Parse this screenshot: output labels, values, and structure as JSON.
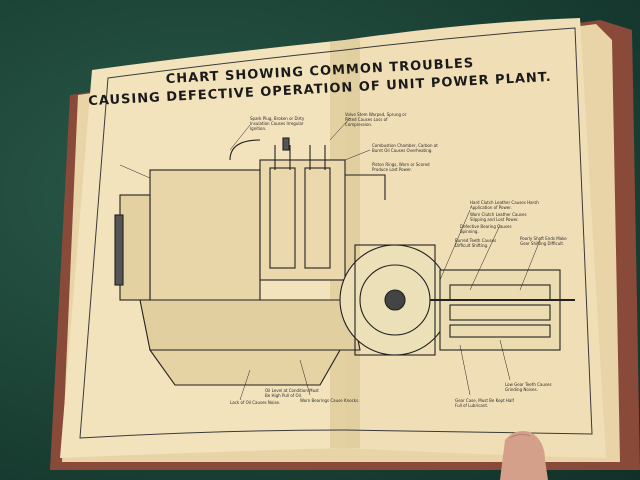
{
  "page": {
    "title_line1": "CHART SHOWING COMMON TROUBLES",
    "title_line2": "CAUSING DEFECTIVE OPERATION OF UNIT POWER PLANT."
  },
  "annotations": [
    "Spark Plug, Broken or Dirty Insulation Causes Irregular Ignition.",
    "Valve Stem Warped, Sprung or Pitted Causes Loss of Compression.",
    "Combustion Chamber, Carbon at Burnt Oil Causes Overheating.",
    "Piston Rings, Worn or Scored Produce Lost Power.",
    "Hard Clutch Leather Causes Harsh Application of Power.",
    "Worn Clutch Leather Causes Slipping and Lost Power.",
    "Defective Bearing Causes Spinning.",
    "Burred Teeth Causes Difficult Shifting.",
    "Poorly Shaft Ends Make Gear Shifting Difficult.",
    "Lack of Oil Causes Noise.",
    "Oil Level at Condition Must Be High Pull of Oil.",
    "Worn Bearings Cause Knocks.",
    "Low Gear Teeth Causes Grinding Noises.",
    "Gear Case, Must Be Kept Half Full of Lubricant."
  ]
}
